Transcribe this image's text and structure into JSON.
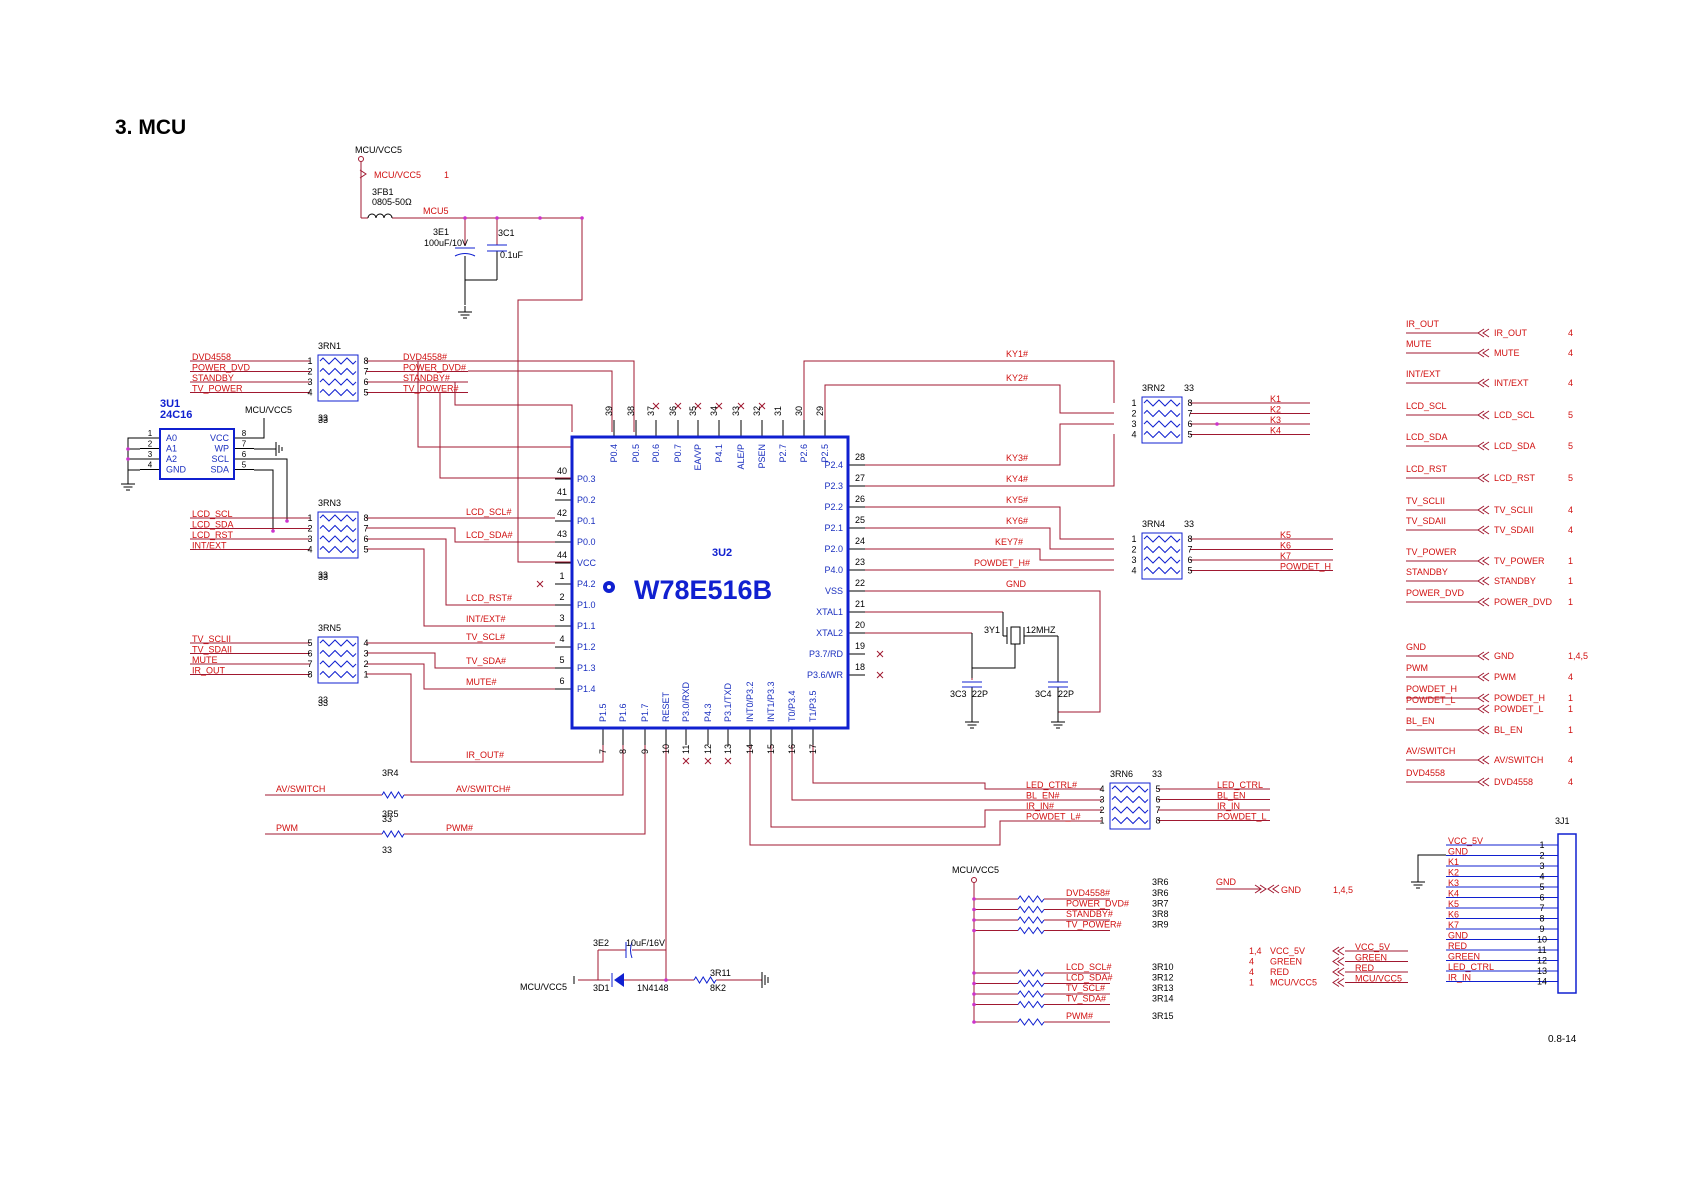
{
  "section_title": "3. MCU",
  "footer_code": "0.8-14",
  "colors": {
    "wire": "#a01830",
    "net_label": "#d01010",
    "pin_text": "#1a2fbf",
    "chip_border": "#1020d0",
    "black": "#000000",
    "junction": "#cc33cc"
  },
  "power": {
    "vcc_net": "MCU/VCC5",
    "vcc_port": "MCU/VCC5",
    "vcc_port_sheet": "1",
    "ferrite_ref": "3FB1",
    "ferrite_value": "0805-50Ω",
    "mcu5_net": "MCU5",
    "e1_ref": "3E1",
    "e1_value": "100uF/10V",
    "c1_ref": "3C1",
    "c1_value": "0.1uF"
  },
  "eeprom": {
    "ref": "3U1",
    "part": "24C16",
    "vcc_label": "MCU/VCC5",
    "left_pins": [
      {
        "num": "1",
        "name": "A0"
      },
      {
        "num": "2",
        "name": "A1"
      },
      {
        "num": "3",
        "name": "A2"
      },
      {
        "num": "4",
        "name": "GND"
      }
    ],
    "right_pins": [
      {
        "num": "8",
        "name": "VCC"
      },
      {
        "num": "7",
        "name": "WP"
      },
      {
        "num": "6",
        "name": "SCL"
      },
      {
        "num": "5",
        "name": "SDA"
      }
    ]
  },
  "mcu": {
    "ref": "3U2",
    "part": "W78E516B",
    "top_pins": [
      {
        "num": "39",
        "name": "P0.4"
      },
      {
        "num": "38",
        "name": "P0.5"
      },
      {
        "num": "37",
        "name": "P0.6"
      },
      {
        "num": "36",
        "name": "P0.7"
      },
      {
        "num": "35",
        "name": "EA/VP"
      },
      {
        "num": "34",
        "name": "P4.1"
      },
      {
        "num": "33",
        "name": "ALE/P"
      },
      {
        "num": "32",
        "name": "PSEN"
      },
      {
        "num": "31",
        "name": "P2.7"
      },
      {
        "num": "30",
        "name": "P2.6"
      },
      {
        "num": "29",
        "name": "P2.5"
      }
    ],
    "left_pins": [
      {
        "num": "40",
        "name": "P0.3"
      },
      {
        "num": "41",
        "name": "P0.2"
      },
      {
        "num": "42",
        "name": "P0.1"
      },
      {
        "num": "43",
        "name": "P0.0"
      },
      {
        "num": "44",
        "name": "VCC"
      },
      {
        "num": "1",
        "name": "P4.2"
      },
      {
        "num": "2",
        "name": "P1.0"
      },
      {
        "num": "3",
        "name": "P1.1"
      },
      {
        "num": "4",
        "name": "P1.2"
      },
      {
        "num": "5",
        "name": "P1.3"
      },
      {
        "num": "6",
        "name": "P1.4"
      }
    ],
    "right_pins": [
      {
        "num": "28",
        "name": "P2.4"
      },
      {
        "num": "27",
        "name": "P2.3"
      },
      {
        "num": "26",
        "name": "P2.2"
      },
      {
        "num": "25",
        "name": "P2.1"
      },
      {
        "num": "24",
        "name": "P2.0"
      },
      {
        "num": "23",
        "name": "P4.0"
      },
      {
        "num": "22",
        "name": "VSS"
      },
      {
        "num": "21",
        "name": "XTAL1"
      },
      {
        "num": "20",
        "name": "XTAL2"
      },
      {
        "num": "19",
        "name": "P3.7/RD"
      },
      {
        "num": "18",
        "name": "P3.6/WR"
      }
    ],
    "bottom_pins": [
      {
        "num": "7",
        "name": "P1.5"
      },
      {
        "num": "8",
        "name": "P1.6"
      },
      {
        "num": "9",
        "name": "P1.7"
      },
      {
        "num": "10",
        "name": "RESET"
      },
      {
        "num": "11",
        "name": "P3.0/RXD"
      },
      {
        "num": "12",
        "name": "P4.3"
      },
      {
        "num": "13",
        "name": "P3.1/TXD"
      },
      {
        "num": "14",
        "name": "INT0/P3.2"
      },
      {
        "num": "15",
        "name": "INT1/P3.3"
      },
      {
        "num": "16",
        "name": "T0/P3.4"
      },
      {
        "num": "17",
        "name": "T1/P3.5"
      }
    ]
  },
  "rn1": {
    "ref": "3RN1",
    "value": "33",
    "left_nets": [
      "DVD4558",
      "POWER_DVD",
      "STANDBY",
      "TV_POWER"
    ],
    "left_pins": [
      "1",
      "2",
      "3",
      "4"
    ],
    "right_nets": [
      "DVD4558#",
      "POWER_DVD#",
      "STANDBY#",
      "TV_POWER#"
    ],
    "right_pins": [
      "8",
      "7",
      "6",
      "5"
    ]
  },
  "rn3": {
    "ref": "3RN3",
    "value": "33",
    "left_nets": [
      "LCD_SCL",
      "LCD_SDA",
      "LCD_RST",
      "INT/EXT"
    ],
    "left_pins": [
      "1",
      "2",
      "3",
      "4"
    ],
    "right_pins": [
      "8",
      "7",
      "6",
      "5"
    ]
  },
  "rn5": {
    "ref": "3RN5",
    "value": "33",
    "left_nets": [
      "TV_SCLII",
      "TV_SDAII",
      "MUTE",
      "IR_OUT"
    ],
    "left_pins": [
      "5",
      "6",
      "7",
      "8"
    ],
    "right_pins": [
      "4",
      "3",
      "2",
      "1"
    ]
  },
  "rn2": {
    "ref": "3RN2",
    "value": "33",
    "left_pins": [
      "1",
      "2",
      "3",
      "4"
    ],
    "right_pins": [
      "8",
      "7",
      "6",
      "5"
    ],
    "right_nets": [
      "K1",
      "K2",
      "K3",
      "K4"
    ]
  },
  "rn4": {
    "ref": "3RN4",
    "value": "33",
    "left_pins": [
      "1",
      "2",
      "3",
      "4"
    ],
    "right_pins": [
      "8",
      "7",
      "6",
      "5"
    ],
    "right_nets": [
      "K5",
      "K6",
      "K7",
      "POWDET_H"
    ]
  },
  "rn6": {
    "ref": "3RN6",
    "value": "33",
    "left_pins": [
      "4",
      "3",
      "2",
      "1"
    ],
    "right_pins": [
      "5",
      "6",
      "7",
      "8"
    ],
    "left_nets": [
      "LED_CTRL#",
      "BL_EN#",
      "IR_IN#",
      "POWDET_L#"
    ],
    "right_nets": [
      "LED_CTRL",
      "BL_EN",
      "IR_IN",
      "POWDET_L"
    ]
  },
  "mcu_nets": {
    "left": [
      "LCD_SCL#",
      "LCD_SDA#",
      "LCD_RST#",
      "INT/EXT#",
      "TV_SCL#",
      "TV_SDA#",
      "MUTE#"
    ],
    "right": [
      "KY1#",
      "KY2#",
      "KY3#",
      "KY4#",
      "KY5#",
      "KY6#",
      "KEY7#",
      "POWDET_H#",
      "GND"
    ],
    "bottom": [
      "IR_OUT#",
      "AV/SWITCH#",
      "PWM#"
    ]
  },
  "r4": {
    "ref": "3R4",
    "value": "33",
    "net_in": "AV/SWITCH"
  },
  "r5": {
    "ref": "3R5",
    "value": "33",
    "net_in": "PWM",
    "overlap": "33"
  },
  "crystal": {
    "ref": "3Y1",
    "value": "12MHZ",
    "c3": "3C3",
    "c3_value": "22P",
    "c4": "3C4",
    "c4_value": "22P"
  },
  "reset": {
    "e2_ref": "3E2",
    "e2_value": "10uF/16V",
    "d1_ref": "3D1",
    "d1_part": "1N4148",
    "r11_ref": "3R11",
    "r11_value": "8K2",
    "vcc_label": "MCU/VCC5"
  },
  "pullups": {
    "vcc_label": "MCU/VCC5",
    "group1_nets": [
      "DVD4558#",
      "POWER_DVD#",
      "STANDBY#",
      "TV_POWER#"
    ],
    "group1_refs": [
      "3R6",
      "3R7",
      "3R8",
      "3R9"
    ],
    "group2_nets": [
      "LCD_SCL#",
      "LCD_SDA#",
      "TV_SCL#",
      "TV_SDA#"
    ],
    "group2_refs": [
      "3R10",
      "3R12",
      "3R13",
      "3R14"
    ],
    "group3_nets": [
      "PWM#"
    ],
    "group3_refs": [
      "3R15"
    ]
  },
  "ports": [
    {
      "net": "IR_OUT",
      "port": "IR_OUT",
      "sheet": "4"
    },
    {
      "net": "MUTE",
      "port": "MUTE",
      "sheet": "4"
    },
    {
      "net": "INT/EXT",
      "port": "INT/EXT",
      "sheet": "4"
    },
    {
      "net": "LCD_SCL",
      "port": "LCD_SCL",
      "sheet": "5"
    },
    {
      "net": "LCD_SDA",
      "port": "LCD_SDA",
      "sheet": "5"
    },
    {
      "net": "LCD_RST",
      "port": "LCD_RST",
      "sheet": "5"
    },
    {
      "net": "TV_SCLII",
      "port": "TV_SCLII",
      "sheet": "4"
    },
    {
      "net": "TV_SDAII",
      "port": "TV_SDAII",
      "sheet": "4"
    },
    {
      "net": "TV_POWER",
      "port": "TV_POWER",
      "sheet": "1"
    },
    {
      "net": "STANDBY",
      "port": "STANDBY",
      "sheet": "1"
    },
    {
      "net": "POWER_DVD",
      "port": "POWER_DVD",
      "sheet": "1"
    },
    {
      "net": "GND",
      "port": "GND",
      "sheet": "1,4,5"
    },
    {
      "net": "PWM",
      "port": "PWM",
      "sheet": "4"
    },
    {
      "net": "POWDET_H",
      "port": "POWDET_H",
      "sheet": "1"
    },
    {
      "net": "POWDET_L",
      "port": "POWDET_L",
      "sheet": "1"
    },
    {
      "net": "BL_EN",
      "port": "BL_EN",
      "sheet": "1"
    },
    {
      "net": "AV/SWITCH",
      "port": "AV/SWITCH",
      "sheet": "4"
    },
    {
      "net": "DVD4558",
      "port": "DVD4558",
      "sheet": "4"
    }
  ],
  "gnd_port": {
    "net": "GND",
    "port": "GND",
    "sheet": "1,4,5"
  },
  "bus_ports": {
    "sheets": [
      "1,4",
      "4",
      "4",
      "1"
    ],
    "labels": [
      "VCC_5V",
      "GREEN",
      "RED",
      "MCU/VCC5"
    ],
    "nets": [
      "VCC_5V",
      "GREEN",
      "RED",
      "MCU/VCC5"
    ]
  },
  "connector": {
    "ref": "3J1",
    "pins": [
      {
        "num": "1",
        "net": "VCC_5V"
      },
      {
        "num": "2",
        "net": "GND"
      },
      {
        "num": "3",
        "net": "K1"
      },
      {
        "num": "4",
        "net": "K2"
      },
      {
        "num": "5",
        "net": "K3"
      },
      {
        "num": "6",
        "net": "K4"
      },
      {
        "num": "7",
        "net": "K5"
      },
      {
        "num": "8",
        "net": "K6"
      },
      {
        "num": "9",
        "net": "K7"
      },
      {
        "num": "10",
        "net": "GND"
      },
      {
        "num": "11",
        "net": "RED"
      },
      {
        "num": "12",
        "net": "GREEN"
      },
      {
        "num": "13",
        "net": "LED_CTRL"
      },
      {
        "num": "14",
        "net": "IR_IN"
      }
    ]
  }
}
